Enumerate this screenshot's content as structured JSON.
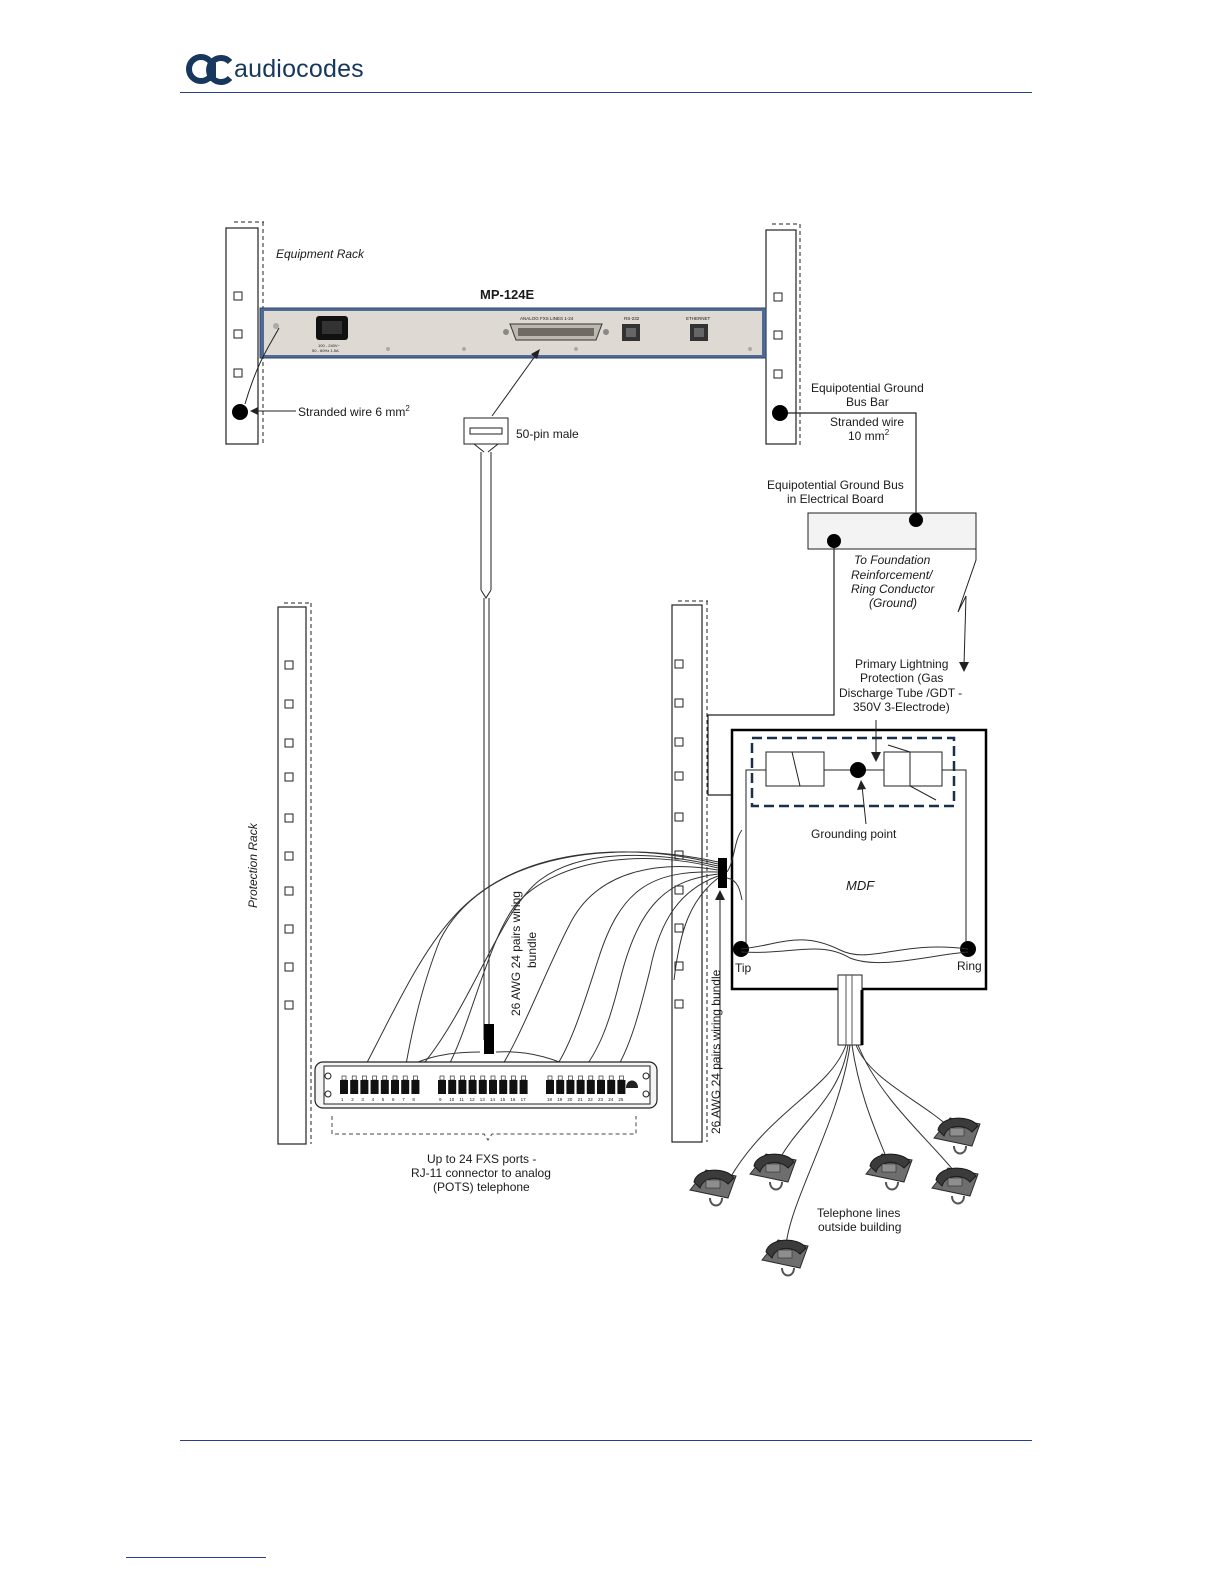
{
  "header": {
    "logo_text": "audiocodes"
  },
  "diagram": {
    "equipment_rack": "Equipment Rack",
    "device_name": "MP-124E",
    "panel_labels": {
      "analog": "ANALOG FXS LINES 1-24",
      "rs232": "RS-232",
      "ethernet": "ETHERNET",
      "power_line1": "100 - 240V~",
      "power_line2": "50 - 60Hz  1.5A"
    },
    "stranded_6": "Stranded wire 6 mm",
    "sup2": "2",
    "pin_male": "50-pin male",
    "eq_bus_bar_1": "Equipotential Ground",
    "eq_bus_bar_2": "Bus Bar",
    "stranded_10_1": "Stranded wire",
    "stranded_10_2": "10 mm",
    "eq_bus_eb_1": "Equipotential Ground Bus",
    "eq_bus_eb_2": "in Electrical Board",
    "foundation_1": "To Foundation",
    "foundation_2": "Reinforcement/",
    "foundation_3": "Ring Conductor",
    "foundation_4": "(Ground)",
    "primary_1": "Primary Lightning",
    "primary_2": "Protection (Gas",
    "primary_3": "Discharge Tube /GDT -",
    "primary_4": "350V 3-Electrode)",
    "grounding_point": "Grounding point",
    "mdf": "MDF",
    "tip": "Tip",
    "ring": "Ring",
    "protection_rack": "Protection Rack",
    "bundle_upper_1": "26 AWG 24 pairs wiring",
    "bundle_upper_2": "bundle",
    "bundle_lower": "26 AWG 24 pairs wiring bundle",
    "fxs_1": "Up to 24 FXS ports -",
    "fxs_2": "RJ-11 connector to analog",
    "fxs_3": "(POTS) telephone",
    "tel_1": "Telephone lines",
    "tel_2": "outside building",
    "port_numbers": [
      "1",
      "2",
      "3",
      "4",
      "5",
      "6",
      "7",
      "8",
      "9",
      "10",
      "11",
      "12",
      "13",
      "14",
      "15",
      "16",
      "17",
      "18",
      "19",
      "20",
      "21",
      "22",
      "23",
      "24",
      "25"
    ]
  }
}
